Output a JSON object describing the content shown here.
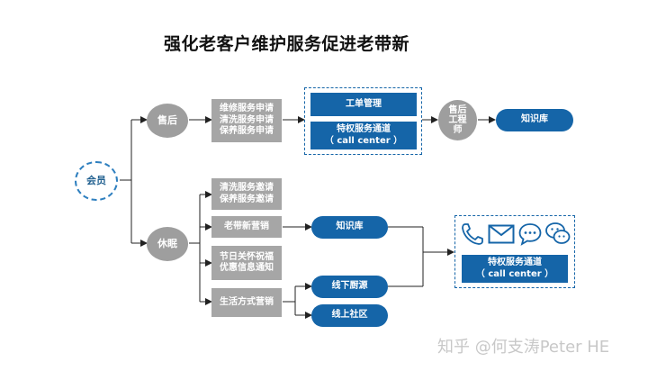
{
  "title": "强化老客户维护服务促进老带新",
  "nodes": {
    "member": "会员",
    "after_sales": "售后",
    "dormant": "休眠",
    "after_sales_services": "维修服务申请\n清洗服务申请\n保养服务申请",
    "work_order": "工单管理",
    "privilege_channel_top": "特权服务通道\n（ call center ）",
    "engineer": "售后\n工程\n师",
    "kb_top": "知识库",
    "invite_services": "清洗服务邀请\n保养服务邀请",
    "referral_marketing": "老带新营销",
    "holiday_care": "节日关怀祝福\n优惠信息通知",
    "lifestyle_marketing": "生活方式营销",
    "kb_mid": "知识库",
    "offline_kitchen": "线下厨源",
    "online_community": "线上社区",
    "privilege_channel_right": "特权服务通道\n（ call center ）"
  },
  "icons": [
    "phone-icon",
    "mail-icon",
    "chat-bubble-icon",
    "wechat-icon"
  ],
  "watermark": "知乎 @何支涛Peter HE",
  "colors": {
    "blue": "#1565a8",
    "gray": "#a6a6a6",
    "line": "#222222"
  }
}
